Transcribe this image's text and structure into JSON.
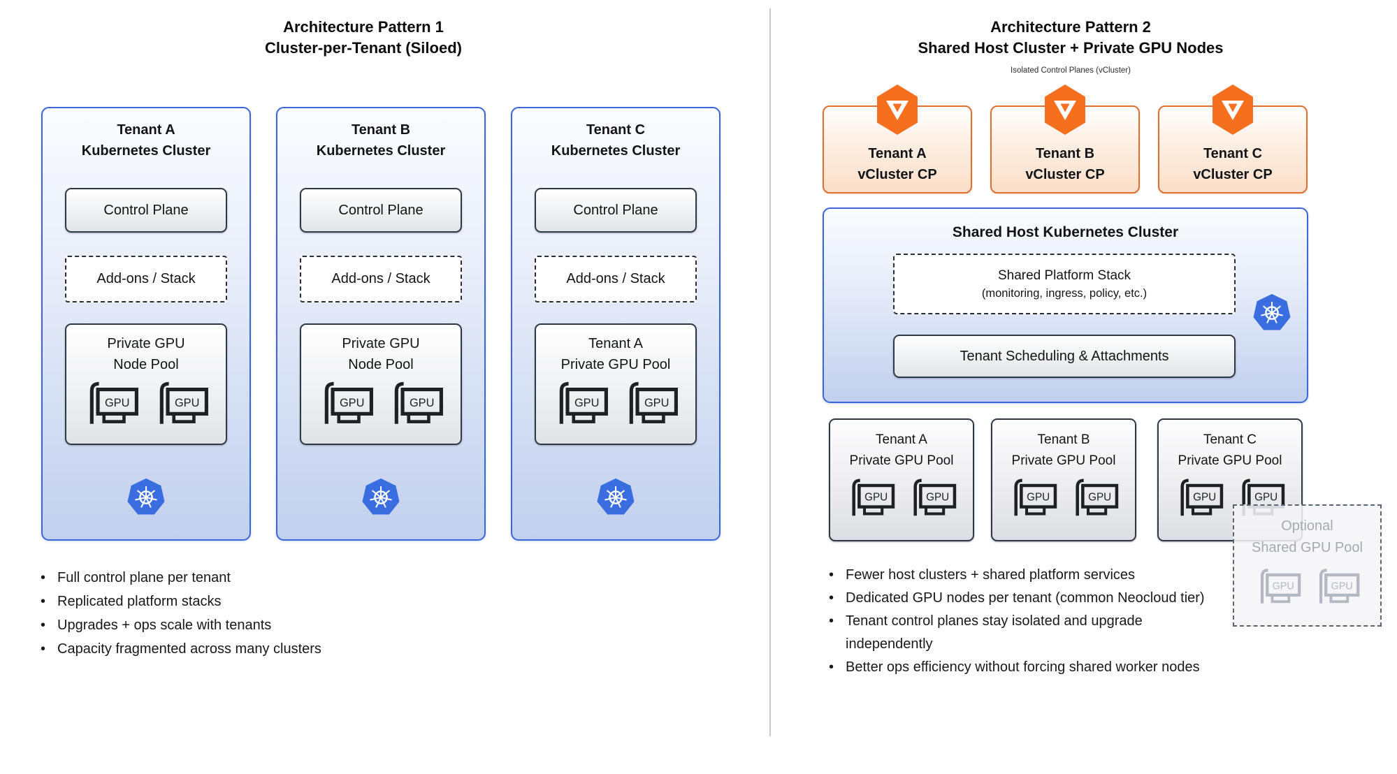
{
  "labels": {
    "gpu": "GPU"
  },
  "left": {
    "title_line1": "Architecture Pattern 1",
    "title_line2": "Cluster-per-Tenant (Siloed)",
    "clusters": [
      {
        "name_line1": "Tenant A",
        "name_line2": "Kubernetes Cluster",
        "control_plane": "Control Plane",
        "addons": "Add-ons / Stack",
        "pool_line1": "Private GPU",
        "pool_line2": "Node Pool"
      },
      {
        "name_line1": "Tenant B",
        "name_line2": "Kubernetes Cluster",
        "control_plane": "Control Plane",
        "addons": "Add-ons / Stack",
        "pool_line1": "Private GPU",
        "pool_line2": "Node Pool"
      },
      {
        "name_line1": "Tenant C",
        "name_line2": "Kubernetes Cluster",
        "control_plane": "Control Plane",
        "addons": "Add-ons / Stack",
        "pool_line1": "Tenant A",
        "pool_line2": "Private GPU Pool"
      }
    ],
    "bullets": [
      {
        "line1": "Full control plane per tenant"
      },
      {
        "line1": "Replicated platform stacks"
      },
      {
        "line1": "Upgrades + ops scale with tenants"
      },
      {
        "line1": "Capacity fragmented across many clusters"
      }
    ]
  },
  "right": {
    "title_line1": "Architecture Pattern 2",
    "title_line2": "Shared Host Cluster + Private GPU Nodes",
    "subtitle": "Isolated Control Planes (vCluster)",
    "vclusters": [
      {
        "line1": "Tenant A",
        "line2": "vCluster CP"
      },
      {
        "line1": "Tenant B",
        "line2": "vCluster CP"
      },
      {
        "line1": "Tenant C",
        "line2": "vCluster CP"
      }
    ],
    "shared_cluster": {
      "title": "Shared Host Kubernetes Cluster",
      "stack_line1": "Shared Platform Stack",
      "stack_line2": "(monitoring, ingress, policy, etc.)",
      "scheduling": "Tenant Scheduling & Attachments"
    },
    "pools": [
      {
        "line1": "Tenant A",
        "line2": "Private GPU Pool"
      },
      {
        "line1": "Tenant B",
        "line2": "Private GPU Pool"
      },
      {
        "line1": "Tenant C",
        "line2": "Private GPU Pool"
      }
    ],
    "optional": {
      "line1": "Optional",
      "line2": "Shared GPU Pool"
    },
    "bullets": [
      {
        "line1": "Fewer host clusters + shared platform services"
      },
      {
        "line1": "Dedicated GPU nodes per tenant (common Neocloud tier)"
      },
      {
        "line1": "Tenant control planes stay isolated and upgrade",
        "line2": "independently"
      },
      {
        "line1": "Better ops efficiency without forcing shared worker nodes"
      }
    ]
  },
  "colors": {
    "blue_border": "#3a66d9",
    "orange": "#f56f1f",
    "orange_border": "#e0702e",
    "k8s_blue": "#3a6de0",
    "dark_border": "#2e3947"
  }
}
